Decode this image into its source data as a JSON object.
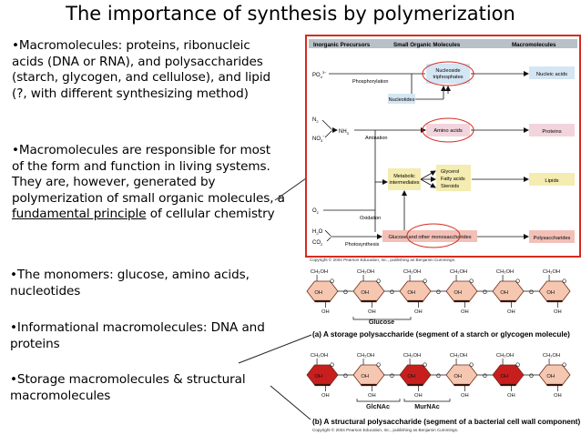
{
  "title": "The importance of synthesis by polymerization",
  "bullets": {
    "b1": "•Macromolecules: proteins, ribonucleic acids (DNA or RNA), and polysaccharides (starch, glycogen, and cellulose), and lipid (?, with different synthesizing method)",
    "b2_pre": "•Macromolecules are responsible for most of the form and function in living systems. They are, however, generated by polymerization of small organic molecules, a ",
    "b2_u": "fundamental principle",
    "b2_post": " of cellular chemistry",
    "b3": "•The monomers: glucose, amino acids, nucleotides",
    "b4": "•Informational macromolecules: DNA and proteins",
    "b5": "•Storage macromolecules & structural macromolecules"
  },
  "diagram": {
    "headers": {
      "inorganic": "Inorganic Precursors",
      "small": "Small Organic Molecules",
      "macro": "Macromolecules"
    },
    "po4": "PO",
    "po4_sub": "4",
    "po4_sup": "3−",
    "n2": "N",
    "n2_sub": "2",
    "no3": "NO",
    "no3_sub": "3",
    "no3_sup": "−",
    "nh3": "NH",
    "nh3_sub": "3",
    "o2": "O",
    "o2_sub": "2",
    "h2o": "H",
    "h2o_sub": "2",
    "h2o_o": "O",
    "co2": "CO",
    "co2_sub": "2",
    "phosphorylation": "Phosphorylation",
    "amination": "Amination",
    "oxidation": "Oxidation",
    "photosynthesis": "Photosynthesis",
    "nucleoside_1": "Nucleoside",
    "nucleoside_2": "triphosphates",
    "nucleotides": "Nucleotides",
    "amino_acids": "Amino acids",
    "metabolic_1": "Metabolic",
    "metabolic_2": "intermediates",
    "glycerol": "Glycerol",
    "fatty_acids": "Fatty acids",
    "steroids": "Steroids",
    "glucose_mono": "Glucose and other monosaccharides",
    "nucleic_acids": "Nucleic acids",
    "proteins": "Proteins",
    "lipids": "Lipids",
    "polysaccharides": "Polysaccharides",
    "copyright": "Copyright © 2004 Pearson Education, Inc., publishing as Benjamin Cummings."
  },
  "sugar": {
    "ch2oh": "CH₂OH",
    "oh": "OH",
    "o": "O",
    "glucose_label": "Glucose",
    "caption_a_letter": "(a)",
    "caption_a": "A storage polysaccharide (segment of a starch or glycogen molecule)",
    "glcnac": "GlcNAc",
    "murnac": "MurNAc",
    "caption_b_letter": "(b)",
    "caption_b": "A structural polysaccharide (segment of a bacterial cell wall component)",
    "copyright": "Copyright © 2004 Pearson Education, Inc., publishing as Benjamin Cummings."
  },
  "colors": {
    "frame": "#d62b20",
    "oval": "#d62b20",
    "header_bar": "#b8c0c8",
    "blue_box": "#d4e6f3",
    "pink_box": "#f2d4dc",
    "yellow_box": "#f4ecb0",
    "salmon_box": "#f3c0b8",
    "ring_light": "#f6c7b0",
    "ring_red": "#c81e1e"
  }
}
